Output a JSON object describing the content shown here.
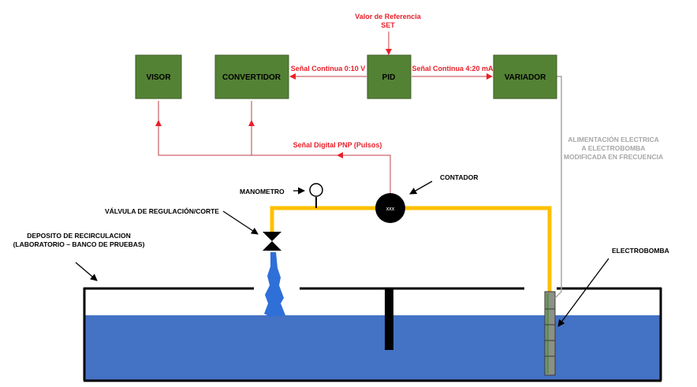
{
  "colors": {
    "block_fill": "#548235",
    "block_stroke": "#3b5e24",
    "signal_red": "#e8202a",
    "signal_line": "#c0404a",
    "pipe_yellow": "#ffc000",
    "water_blue": "#4472c4",
    "power_grey": "#a6a6a6",
    "jet_blue": "#2f6fd8"
  },
  "blocks": {
    "visor": "VISOR",
    "convertidor": "CONVERTIDOR",
    "pid": "PID",
    "variador": "VARIADOR"
  },
  "signals": {
    "reference_line1": "Valor de Referencia",
    "reference_line2": "SET",
    "continuous_voltage": "Señal Continua 0:10 V",
    "continuous_current": "Señal Continua 4:20 mA",
    "digital_pnp": "Señal Digital PNP (Pulsos)"
  },
  "power": {
    "line1": "ALIMENTACIÓN ELECTRICA",
    "line2": "A ELECTROBOMBA",
    "line3": "MODIFICADA EN FRECUENCIA"
  },
  "components": {
    "manometro": "MANOMETRO",
    "contador": "CONTADOR",
    "counter_display": "xxx",
    "valve": "VÁLVULA DE REGULACIÓN/CORTE",
    "deposit_line1": "DEPOSITO DE RECIRCULACION",
    "deposit_line2": "(LABORATORIO – BANCO DE PRUEBAS)",
    "pump": "ELECTROBOMBA"
  }
}
